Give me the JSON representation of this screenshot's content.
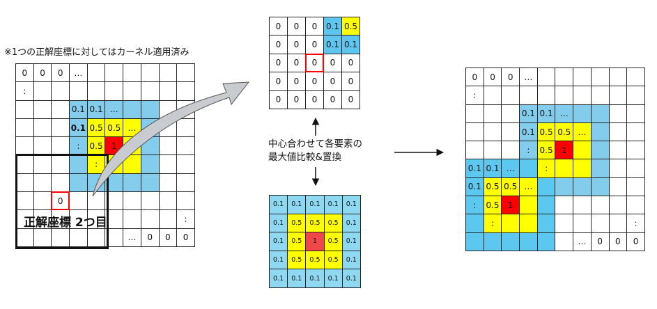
{
  "note": "※1つの正解座標に対してはカーネル適用済み",
  "second_label": "正解座標 2つ目",
  "middle_label": "中心合わせて各要素の\n最大値比較&置換",
  "colors": {
    "w": "#ffffff",
    "b": "#84cceb",
    "d": "#5cc8f0",
    "y": "#ffff00",
    "r": "#ff0000",
    "kb": "#8ed8f2",
    "kr": "#f04848",
    "t": "#5dc5ee"
  },
  "grids": {
    "left": {
      "highlight": [
        7,
        2
      ],
      "cells": [
        [
          [
            "0",
            "w"
          ],
          [
            "0",
            "w"
          ],
          [
            "0",
            "w"
          ],
          [
            "…",
            "w"
          ],
          [
            "",
            "w"
          ],
          [
            "",
            "w"
          ],
          [
            "",
            "w"
          ],
          [
            "",
            "w"
          ],
          [
            "",
            "w"
          ],
          [
            "",
            "w"
          ]
        ],
        [
          [
            ":",
            "w"
          ],
          [
            "",
            "w"
          ],
          [
            "",
            "w"
          ],
          [
            "",
            "w"
          ],
          [
            "",
            "w"
          ],
          [
            "",
            "w"
          ],
          [
            "",
            "w"
          ],
          [
            "",
            "w"
          ],
          [
            "",
            "w"
          ],
          [
            "",
            "w"
          ]
        ],
        [
          [
            "",
            "w"
          ],
          [
            "",
            "w"
          ],
          [
            "",
            "w"
          ],
          [
            "0.1",
            "b"
          ],
          [
            "0.1",
            "b"
          ],
          [
            "…",
            "b"
          ],
          [
            "",
            "b"
          ],
          [
            "",
            "b"
          ],
          [
            "",
            "w"
          ],
          [
            "",
            "w"
          ]
        ],
        [
          [
            "",
            "w"
          ],
          [
            "",
            "w"
          ],
          [
            "",
            "w"
          ],
          [
            "0.1",
            "b"
          ],
          [
            "0.5",
            "y"
          ],
          [
            "0.5",
            "y"
          ],
          [
            "…",
            "y"
          ],
          [
            "",
            "b"
          ],
          [
            "",
            "w"
          ],
          [
            "",
            "w"
          ]
        ],
        [
          [
            "",
            "w"
          ],
          [
            "",
            "w"
          ],
          [
            "",
            "w"
          ],
          [
            ":",
            "b"
          ],
          [
            "0.5",
            "y"
          ],
          [
            "1",
            "r"
          ],
          [
            "",
            "y"
          ],
          [
            "",
            "b"
          ],
          [
            "",
            "w"
          ],
          [
            "",
            "w"
          ]
        ],
        [
          [
            "",
            "w"
          ],
          [
            "",
            "w"
          ],
          [
            "",
            "w"
          ],
          [
            "",
            "b"
          ],
          [
            ":",
            "y"
          ],
          [
            "",
            "y"
          ],
          [
            "",
            "y"
          ],
          [
            "",
            "b"
          ],
          [
            "",
            "w"
          ],
          [
            "",
            "w"
          ]
        ],
        [
          [
            "",
            "w"
          ],
          [
            "",
            "w"
          ],
          [
            "",
            "w"
          ],
          [
            "",
            "b"
          ],
          [
            "",
            "b"
          ],
          [
            "",
            "b"
          ],
          [
            "",
            "b"
          ],
          [
            "",
            "b"
          ],
          [
            "",
            "w"
          ],
          [
            "",
            "w"
          ]
        ],
        [
          [
            "",
            "w"
          ],
          [
            "",
            "w"
          ],
          [
            "0",
            "w"
          ],
          [
            "",
            "w"
          ],
          [
            "",
            "w"
          ],
          [
            "",
            "w"
          ],
          [
            "",
            "w"
          ],
          [
            "",
            "w"
          ],
          [
            "",
            "w"
          ],
          [
            "",
            "w"
          ]
        ],
        [
          [
            "",
            "w"
          ],
          [
            "",
            "w"
          ],
          [
            "",
            "w"
          ],
          [
            "",
            "w"
          ],
          [
            "",
            "w"
          ],
          [
            "",
            "w"
          ],
          [
            "",
            "w"
          ],
          [
            "",
            "w"
          ],
          [
            "",
            "w"
          ],
          [
            ":",
            "w"
          ]
        ],
        [
          [
            "",
            "w"
          ],
          [
            "",
            "w"
          ],
          [
            "",
            "w"
          ],
          [
            "",
            "w"
          ],
          [
            "",
            "w"
          ],
          [
            "",
            "w"
          ],
          [
            "…",
            "w"
          ],
          [
            "0",
            "w"
          ],
          [
            "0",
            "w"
          ],
          [
            "0",
            "w"
          ]
        ]
      ]
    },
    "top": {
      "highlight": [
        2,
        2
      ],
      "cells": [
        [
          [
            "0",
            "w"
          ],
          [
            "0",
            "w"
          ],
          [
            "0",
            "w"
          ],
          [
            "0.1",
            "t"
          ],
          [
            "0.5",
            "y"
          ]
        ],
        [
          [
            "0",
            "w"
          ],
          [
            "0",
            "w"
          ],
          [
            "0",
            "w"
          ],
          [
            "0.1",
            "t"
          ],
          [
            "0.1",
            "t"
          ]
        ],
        [
          [
            "0",
            "w"
          ],
          [
            "0",
            "w"
          ],
          [
            "0",
            "w"
          ],
          [
            "0",
            "w"
          ],
          [
            "0",
            "w"
          ]
        ],
        [
          [
            "0",
            "w"
          ],
          [
            "0",
            "w"
          ],
          [
            "0",
            "w"
          ],
          [
            "0",
            "w"
          ],
          [
            "0",
            "w"
          ]
        ],
        [
          [
            "0",
            "w"
          ],
          [
            "0",
            "w"
          ],
          [
            "0",
            "w"
          ],
          [
            "0",
            "w"
          ],
          [
            "0",
            "w"
          ]
        ]
      ]
    },
    "kernel": {
      "cells": [
        [
          [
            "0.1",
            "kb"
          ],
          [
            "0.1",
            "kb"
          ],
          [
            "0.1",
            "kb"
          ],
          [
            "0.1",
            "kb"
          ],
          [
            "0.1",
            "kb"
          ]
        ],
        [
          [
            "0.1",
            "kb"
          ],
          [
            "0.5",
            "y"
          ],
          [
            "0.5",
            "y"
          ],
          [
            "0.5",
            "y"
          ],
          [
            "0.1",
            "kb"
          ]
        ],
        [
          [
            "0.1",
            "kb"
          ],
          [
            "0.5",
            "y"
          ],
          [
            "1",
            "kr"
          ],
          [
            "0.5",
            "y"
          ],
          [
            "0.1",
            "kb"
          ]
        ],
        [
          [
            "0.1",
            "kb"
          ],
          [
            "0.5",
            "y"
          ],
          [
            "0.5",
            "y"
          ],
          [
            "0.5",
            "y"
          ],
          [
            "0.1",
            "kb"
          ]
        ],
        [
          [
            "0.1",
            "kb"
          ],
          [
            "0.1",
            "kb"
          ],
          [
            "0.1",
            "kb"
          ],
          [
            "0.1",
            "kb"
          ],
          [
            "0.1",
            "kb"
          ]
        ]
      ]
    },
    "right": {
      "cells": [
        [
          [
            "0",
            "w"
          ],
          [
            "0",
            "w"
          ],
          [
            "0",
            "w"
          ],
          [
            "…",
            "w"
          ],
          [
            "",
            "w"
          ],
          [
            "",
            "w"
          ],
          [
            "",
            "w"
          ],
          [
            "",
            "w"
          ],
          [
            "",
            "w"
          ],
          [
            "",
            "w"
          ]
        ],
        [
          [
            ":",
            "w"
          ],
          [
            "",
            "w"
          ],
          [
            "",
            "w"
          ],
          [
            "",
            "w"
          ],
          [
            "",
            "w"
          ],
          [
            "",
            "w"
          ],
          [
            "",
            "w"
          ],
          [
            "",
            "w"
          ],
          [
            "",
            "w"
          ],
          [
            "",
            "w"
          ]
        ],
        [
          [
            "",
            "w"
          ],
          [
            "",
            "w"
          ],
          [
            "",
            "w"
          ],
          [
            "0.1",
            "b"
          ],
          [
            "0.1",
            "b"
          ],
          [
            "…",
            "b"
          ],
          [
            "",
            "b"
          ],
          [
            "",
            "b"
          ],
          [
            "",
            "w"
          ],
          [
            "",
            "w"
          ]
        ],
        [
          [
            "",
            "w"
          ],
          [
            "",
            "w"
          ],
          [
            "",
            "w"
          ],
          [
            "0.1",
            "b"
          ],
          [
            "0.5",
            "y"
          ],
          [
            "0.5",
            "y"
          ],
          [
            "…",
            "y"
          ],
          [
            "",
            "b"
          ],
          [
            "",
            "w"
          ],
          [
            "",
            "w"
          ]
        ],
        [
          [
            "",
            "w"
          ],
          [
            "",
            "w"
          ],
          [
            "",
            "w"
          ],
          [
            ":",
            "b"
          ],
          [
            "0.5",
            "y"
          ],
          [
            "1",
            "r"
          ],
          [
            "",
            "y"
          ],
          [
            "",
            "b"
          ],
          [
            "",
            "w"
          ],
          [
            "",
            "w"
          ]
        ],
        [
          [
            "0.1",
            "d"
          ],
          [
            "0.1",
            "d"
          ],
          [
            "…",
            "d"
          ],
          [
            "",
            "d"
          ],
          [
            ":",
            "y"
          ],
          [
            "",
            "y"
          ],
          [
            "",
            "y"
          ],
          [
            "",
            "b"
          ],
          [
            "",
            "w"
          ],
          [
            "",
            "w"
          ]
        ],
        [
          [
            "0.1",
            "d"
          ],
          [
            "0.5",
            "y"
          ],
          [
            "0.5",
            "y"
          ],
          [
            "…",
            "y"
          ],
          [
            "",
            "d"
          ],
          [
            "",
            "b"
          ],
          [
            "",
            "b"
          ],
          [
            "",
            "b"
          ],
          [
            "",
            "w"
          ],
          [
            "",
            "w"
          ]
        ],
        [
          [
            ":",
            "d"
          ],
          [
            "0.5",
            "y"
          ],
          [
            "1",
            "r"
          ],
          [
            "",
            "y"
          ],
          [
            "",
            "d"
          ],
          [
            "",
            "w"
          ],
          [
            "",
            "w"
          ],
          [
            "",
            "w"
          ],
          [
            "",
            "w"
          ],
          [
            "",
            "w"
          ]
        ],
        [
          [
            "",
            "d"
          ],
          [
            ":",
            "y"
          ],
          [
            "",
            "y"
          ],
          [
            "",
            "y"
          ],
          [
            "",
            "d"
          ],
          [
            "",
            "w"
          ],
          [
            "",
            "w"
          ],
          [
            "",
            "w"
          ],
          [
            "",
            "w"
          ],
          [
            ":",
            "w"
          ]
        ],
        [
          [
            "",
            "d"
          ],
          [
            "",
            "d"
          ],
          [
            "",
            "d"
          ],
          [
            "",
            "d"
          ],
          [
            "",
            "d"
          ],
          [
            "",
            "w"
          ],
          [
            "…",
            "w"
          ],
          [
            "0",
            "w"
          ],
          [
            "0",
            "w"
          ],
          [
            "0",
            "w"
          ]
        ]
      ]
    }
  }
}
